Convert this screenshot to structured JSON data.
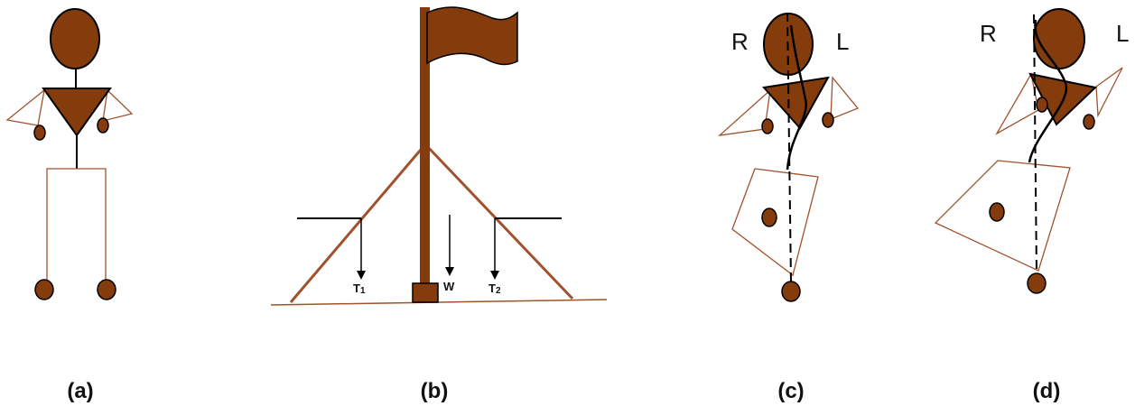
{
  "panels": [
    {
      "id": "a",
      "label": "(a)"
    },
    {
      "id": "b",
      "label": "(b)"
    },
    {
      "id": "c",
      "label": "(c)"
    },
    {
      "id": "d",
      "label": "(d)"
    }
  ],
  "flagpole": {
    "forces": [
      {
        "symbol": "T",
        "subscript": "1"
      },
      {
        "symbol": "W",
        "subscript": ""
      },
      {
        "symbol": "T",
        "subscript": "2"
      }
    ]
  },
  "sides": {
    "right": "R",
    "left": "L"
  },
  "colors": {
    "body": "#843C0C",
    "limb": "#A0522D",
    "line": "#000000",
    "background": "#ffffff"
  }
}
